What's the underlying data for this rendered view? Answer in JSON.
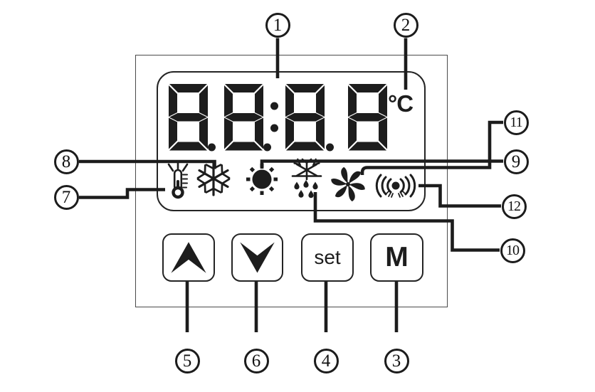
{
  "colors": {
    "ink": "#1d1d1d",
    "background": "#ffffff"
  },
  "display": {
    "digits": [
      "8",
      "8",
      "8",
      "8"
    ],
    "colon": ":",
    "decimal_points": 3,
    "unit": "°C",
    "indicator_icons": [
      "thermometer-alarm-icon",
      "snowflake-icon",
      "sun-icon",
      "defrost-icon",
      "fan-icon",
      "sensor-signal-icon"
    ]
  },
  "buttons": {
    "up": {
      "icon": "chevron-up-icon"
    },
    "down": {
      "icon": "chevron-down-icon"
    },
    "set": {
      "label": "set"
    },
    "mode": {
      "label": "M"
    }
  },
  "callouts": [
    {
      "num": "1",
      "points_to": "display-digits"
    },
    {
      "num": "2",
      "points_to": "celsius-unit"
    },
    {
      "num": "3",
      "points_to": "mode-button"
    },
    {
      "num": "4",
      "points_to": "set-button"
    },
    {
      "num": "5",
      "points_to": "up-button"
    },
    {
      "num": "6",
      "points_to": "down-button"
    },
    {
      "num": "7",
      "points_to": "thermometer-alarm-icon"
    },
    {
      "num": "8",
      "points_to": "snowflake-icon"
    },
    {
      "num": "9",
      "points_to": "sun-icon"
    },
    {
      "num": "10",
      "points_to": "defrost-icon"
    },
    {
      "num": "11",
      "points_to": "fan-icon"
    },
    {
      "num": "12",
      "points_to": "sensor-signal-icon"
    }
  ]
}
